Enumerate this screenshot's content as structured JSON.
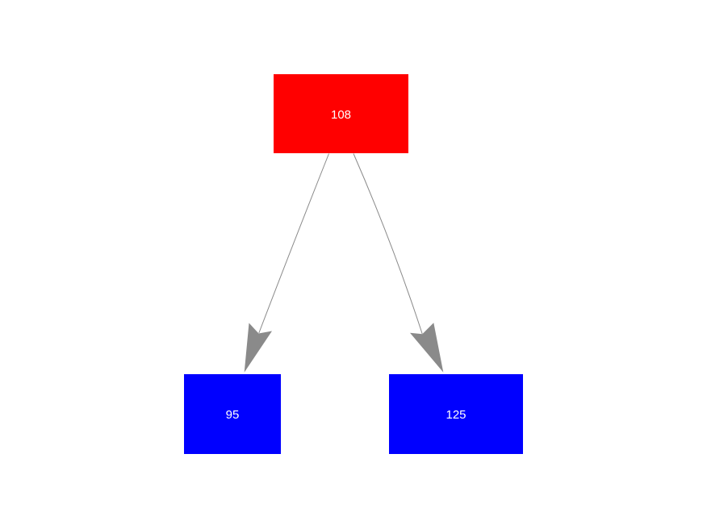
{
  "diagram": {
    "type": "tree",
    "background_color": "#ffffff",
    "edge_color": "#8a8a8a",
    "node_text_color": "#ffffff",
    "nodes": {
      "root": {
        "label": "108",
        "fill": "#ff0000"
      },
      "left_child": {
        "label": "95",
        "fill": "#0000ff"
      },
      "right_child": {
        "label": "125",
        "fill": "#0000ff"
      }
    },
    "edges": [
      {
        "from": "108",
        "to": "95"
      },
      {
        "from": "108",
        "to": "125"
      }
    ]
  }
}
